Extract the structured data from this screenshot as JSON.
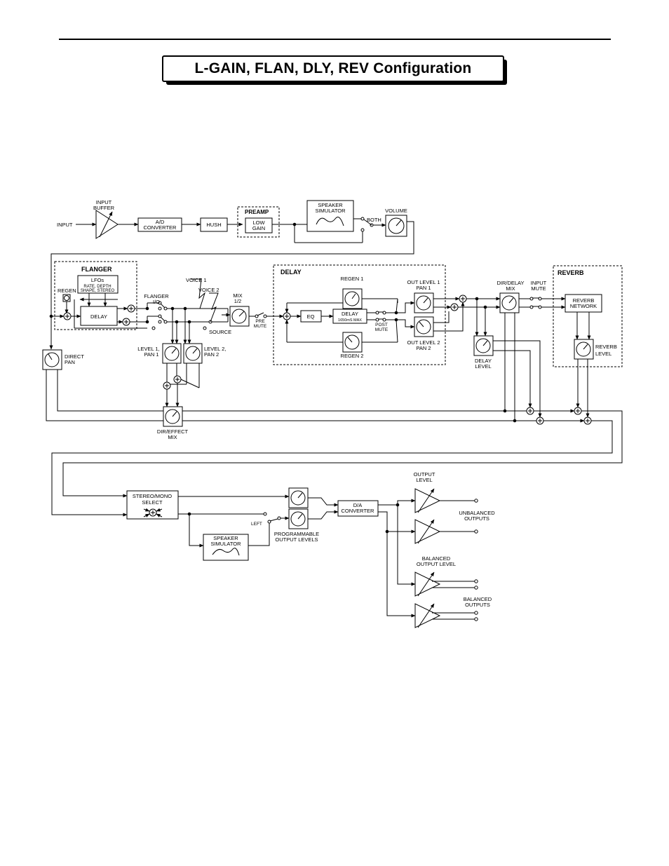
{
  "page": {
    "title": "L-GAIN, FLAN, DLY, REV Configuration"
  },
  "diagram": {
    "input": "INPUT",
    "input_buffer": [
      "INPUT",
      "BUFFER"
    ],
    "ad_converter": [
      "A/D",
      "CONVERTER"
    ],
    "hush": "HUSH",
    "preamp": "PREAMP",
    "low_gain": [
      "LOW",
      "GAIN"
    ],
    "speaker_simulator": [
      "SPEAKER",
      "SIMULATOR"
    ],
    "both": "BOTH",
    "volume": "VOLUME",
    "flanger": "FLANGER",
    "lfos": "LFOs",
    "lfo_params": [
      "RATE, DEPTH",
      "SHAPE, STEREO"
    ],
    "regen": "REGEN",
    "delay_block": "DELAY",
    "flanger_io": [
      "FLANGER",
      "I/O"
    ],
    "voice1": "VOICE 1",
    "voice2": "VOICE 2",
    "source": "SOURCE",
    "level1_pan1": [
      "LEVEL 1,",
      "PAN 1"
    ],
    "level2_pan2": [
      "LEVEL 2,",
      "PAN 2"
    ],
    "mix12": [
      "MIX",
      "1/2"
    ],
    "pre_mute": [
      "PRE",
      "MUTE"
    ],
    "delay_section": "DELAY",
    "regen1": "REGEN 1",
    "regen2": "REGEN 2",
    "eq": "EQ",
    "delay_max": [
      "DELAY",
      "1650mS MAX"
    ],
    "post_mute": [
      "POST",
      "MUTE"
    ],
    "out_level1": [
      "OUT LEVEL 1",
      "PAN 1"
    ],
    "out_level2": [
      "OUT LEVEL 2",
      "PAN 2"
    ],
    "dir_delay_mix": [
      "DIR/DELAY",
      "MIX"
    ],
    "input_mute": [
      "INPUT",
      "MUTE"
    ],
    "delay_level": [
      "DELAY",
      "LEVEL"
    ],
    "reverb": "REVERB",
    "reverb_network": [
      "REVERB",
      "NETWORK"
    ],
    "reverb_level": [
      "REVERB",
      "LEVEL"
    ],
    "direct_pan": [
      "DIRECT",
      "PAN"
    ],
    "dir_effect_mix": [
      "DIR/EFFECT",
      "MIX"
    ],
    "stereo_mono_select": [
      "STEREO/MONO",
      "SELECT"
    ],
    "speaker_simulator2": [
      "SPEAKER",
      "SIMULATOR"
    ],
    "left": "LEFT",
    "programmable_output_levels": [
      "PROGRAMMABLE",
      "OUTPUT LEVELS"
    ],
    "da_converter": [
      "D/A",
      "CONVERTER"
    ],
    "output_level": [
      "OUTPUT",
      "LEVEL"
    ],
    "unbalanced_outputs": [
      "UNBALANCED",
      "OUTPUTS"
    ],
    "balanced_output_level": [
      "BALANCED",
      "OUTPUT LEVEL"
    ],
    "balanced_outputs": [
      "BALANCED",
      "OUTPUTS"
    ]
  }
}
